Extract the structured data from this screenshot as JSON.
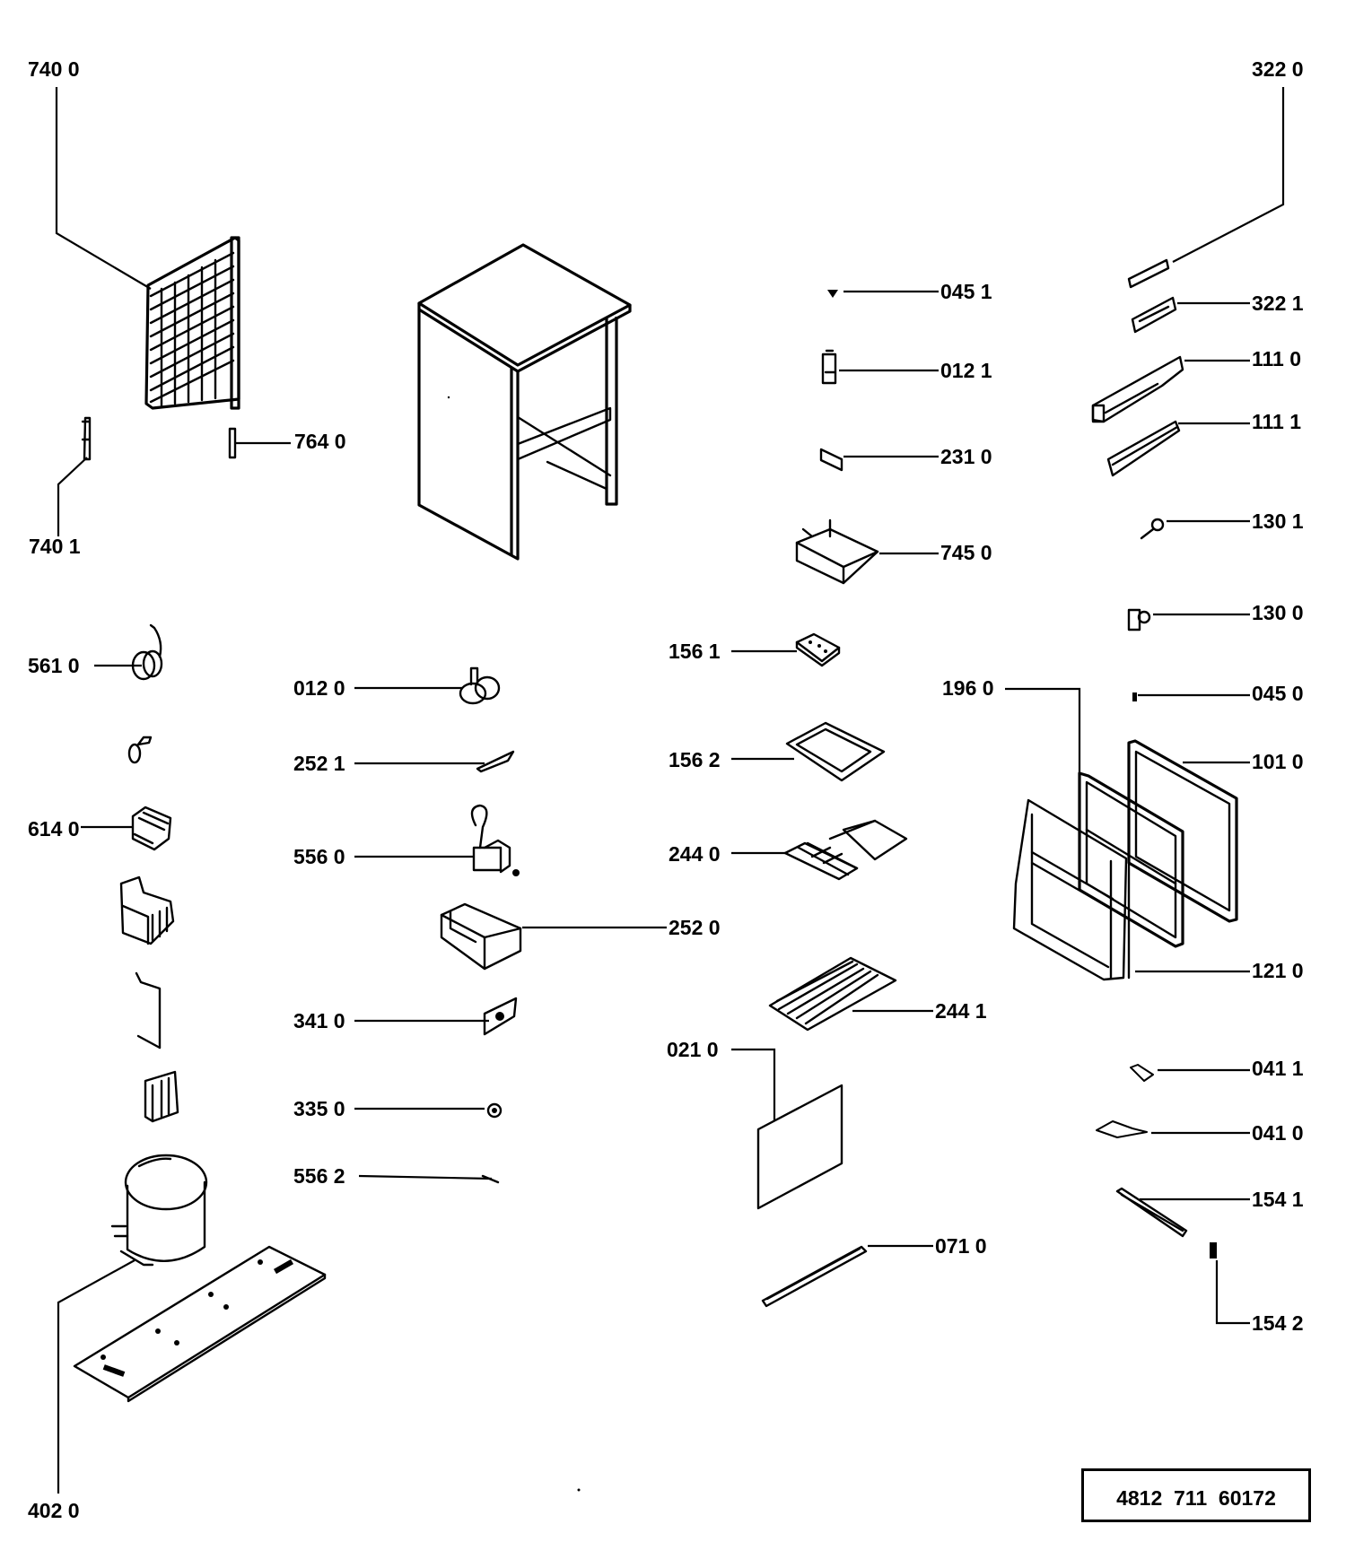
{
  "diagram": {
    "type": "exploded-parts-diagram",
    "subject": "refrigerator cabinet spare parts",
    "document_number": "4812  711  60172"
  },
  "labels": {
    "l7400": "740 0",
    "l7640": "764 0",
    "l7401": "740 1",
    "l5610": "561 0",
    "l6140": "614 0",
    "l4020": "402 0",
    "l0120": "012 0",
    "l2521": "252 1",
    "l5560": "556 0",
    "l2520": "252 0",
    "l3410": "341 0",
    "l3350": "335 0",
    "l5562": "556 2",
    "l0451": "045 1",
    "l0121": "012 1",
    "l2310": "231 0",
    "l7450": "745 0",
    "l1561": "156 1",
    "l1562": "156 2",
    "l2440": "244 0",
    "l2441": "244 1",
    "l0210": "021 0",
    "l0710": "071 0",
    "l3220": "322 0",
    "l3221": "322 1",
    "l1110": "111 0",
    "l1111": "111 1",
    "l1301": "130 1",
    "l1300": "130 0",
    "l1960": "196 0",
    "l0450": "045 0",
    "l1010": "101 0",
    "l1210": "121 0",
    "l0411": "041 1",
    "l0410": "041 0",
    "l1541": "154 1",
    "l1542": "154 2"
  }
}
